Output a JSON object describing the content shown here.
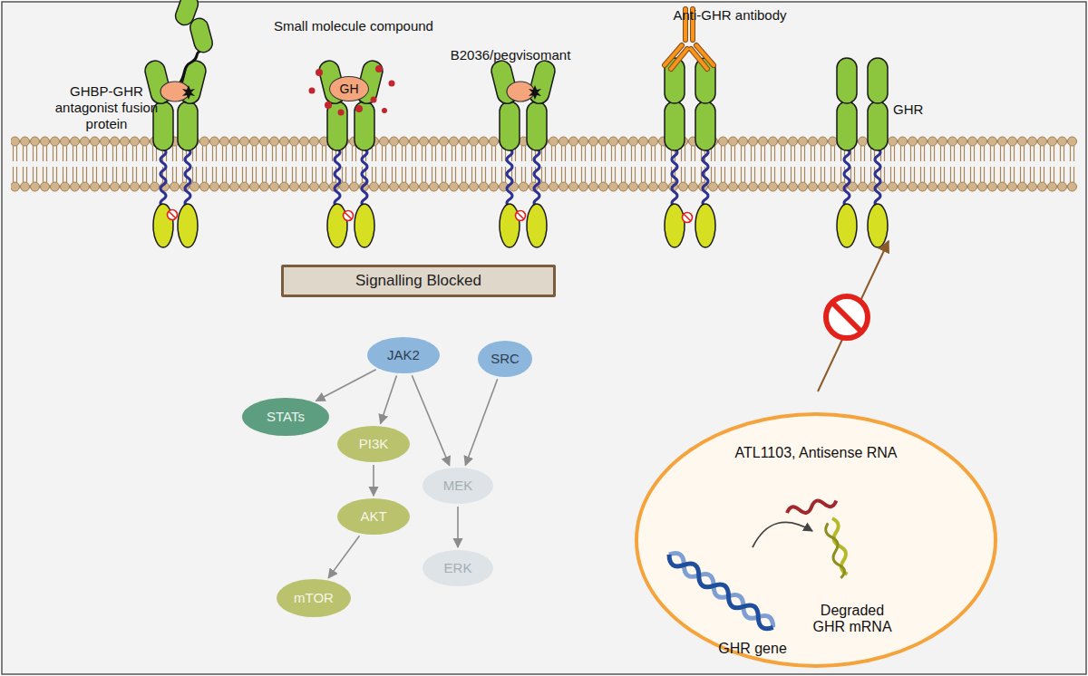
{
  "diagram": {
    "nodes": [
      {
        "text": [
          "GH"
        ]
      },
      {
        "text": [
          "Signalling Blocked"
        ]
      },
      {
        "text": [
          "JAK2"
        ]
      },
      {
        "text": [
          "SRC"
        ]
      },
      {
        "text": [
          "STATs"
        ]
      },
      {
        "text": [
          "PI3K"
        ]
      },
      {
        "text": [
          "MEK"
        ]
      },
      {
        "text": [
          "AKT"
        ]
      },
      {
        "text": [
          "ERK"
        ]
      },
      {
        "text": [
          "mTOR"
        ]
      },
      {
        "text": [
          "ATL1103, Antisense RNA",
          "Degraded GHR mRNA",
          "GHR gene"
        ]
      }
    ],
    "edges": [
      {
        "from": 2,
        "to": 4,
        "arrow": "to"
      },
      {
        "from": 2,
        "to": 5,
        "arrow": "to"
      },
      {
        "from": 2,
        "to": 6,
        "arrow": "to"
      },
      {
        "from": 3,
        "to": 6,
        "arrow": "to"
      },
      {
        "from": 5,
        "to": 7,
        "arrow": "to"
      },
      {
        "from": 7,
        "to": 9,
        "arrow": "to"
      },
      {
        "from": 6,
        "to": 8,
        "arrow": "to"
      }
    ],
    "labels": [
      "GHBP-GHR antagonist fusion protein",
      "Small molecule compound",
      "B2036/pegvisomant",
      "Anti-GHR antibody",
      "GHR"
    ]
  }
}
